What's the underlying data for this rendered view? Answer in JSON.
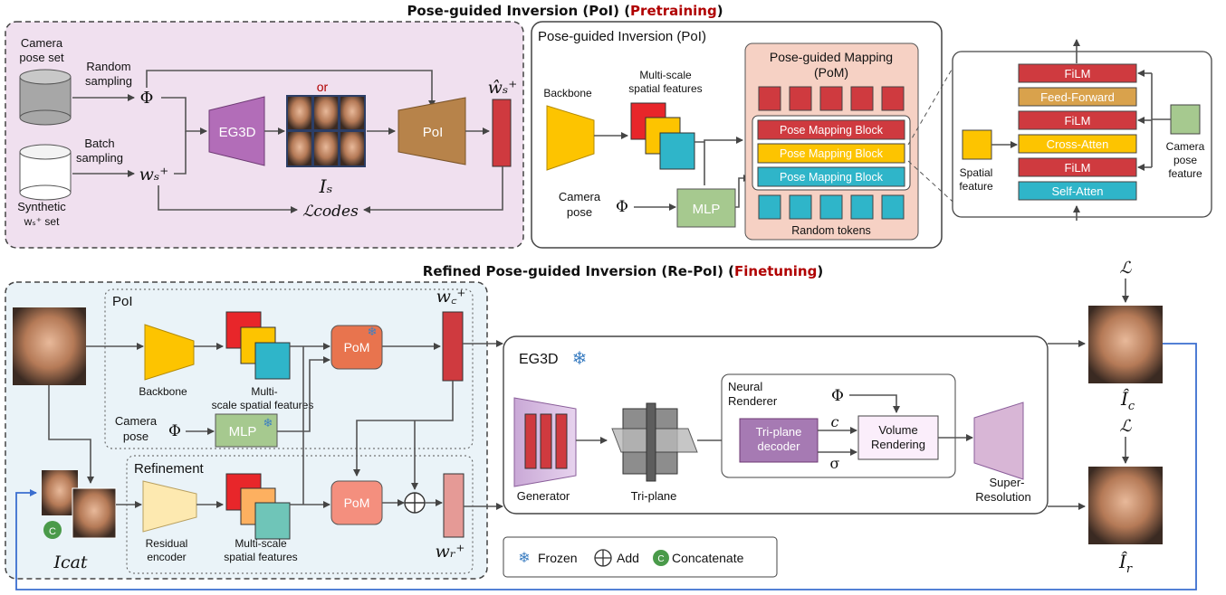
{
  "titles": {
    "top_prefix": "Pose-guided Inversion (PoI) (",
    "top_emph": "Pretraining",
    "top_suffix": ")",
    "bottom_prefix": "Refined Pose-guided Inversion (Re-PoI) (",
    "bottom_emph": "Finetuning",
    "bottom_suffix": ")"
  },
  "pretrain": {
    "camera_pose_set": [
      "Camera",
      "pose set"
    ],
    "random_sampling": [
      "Random",
      "sampling"
    ],
    "batch_sampling": [
      "Batch",
      "sampling"
    ],
    "synthetic_set": [
      "Synthetic",
      "wₛ⁺ set"
    ],
    "phi": "Φ",
    "ws": "wₛ⁺",
    "eg3d": "EG3D",
    "or": "or",
    "is": "Iₛ",
    "poi": "PoI",
    "ws_hat": "ŵₛ⁺",
    "loss": "ℒcodes"
  },
  "poi_panel": {
    "title": "Pose-guided Inversion (PoI)",
    "backbone": "Backbone",
    "features": [
      "Multi-scale",
      "spatial features"
    ],
    "camera_pose": [
      "Camera",
      "pose"
    ],
    "phi": "Φ",
    "mlp": "MLP",
    "pom_title": [
      "Pose-guided Mapping",
      "(PoM)"
    ],
    "blocks": [
      "Pose Mapping Block",
      "Pose Mapping Block",
      "Pose Mapping Block"
    ],
    "random_tokens": "Random tokens"
  },
  "block_detail": {
    "layers": [
      "FiLM",
      "Feed-Forward",
      "FiLM",
      "Cross-Atten",
      "FiLM",
      "Self-Atten"
    ],
    "spatial_feature": [
      "Spatial",
      "feature"
    ],
    "camera_pose_feature": [
      "Camera",
      "pose",
      "feature"
    ]
  },
  "repoi": {
    "I": "I",
    "poi": "PoI",
    "backbone": "Backbone",
    "features1": [
      "Multi-",
      "scale spatial features"
    ],
    "pom": "PoM",
    "wc": "w꜀⁺",
    "camera_pose": [
      "Camera",
      "pose"
    ],
    "phi": "Φ",
    "mlp": "MLP",
    "refinement": "Refinement",
    "residual_encoder": [
      "Residual",
      "encoder"
    ],
    "features2": [
      "Multi-scale",
      "spatial features"
    ],
    "pom2": "PoM",
    "wr": "wᵣ⁺",
    "icat": "Icat",
    "c_badge": "C",
    "eg3d": "EG3D",
    "generator": "Generator",
    "triplane": "Tri-plane",
    "neural_renderer": [
      "Neural",
      "Renderer"
    ],
    "phi2": "Φ",
    "c_sym": "c",
    "sigma": "σ",
    "triplane_decoder": [
      "Tri-plane",
      "decoder"
    ],
    "volume_rendering": [
      "Volume",
      "Rendering"
    ],
    "super_res": [
      "Super-",
      "Resolution"
    ],
    "loss1": "ℒ",
    "loss2": "ℒ",
    "ic_hat": "Î",
    "ic_sub": "c",
    "ir_hat": "Î",
    "ir_sub": "r"
  },
  "legend": {
    "frozen": "Frozen",
    "add": "Add",
    "concat": "Concatenate",
    "c_badge": "C"
  }
}
